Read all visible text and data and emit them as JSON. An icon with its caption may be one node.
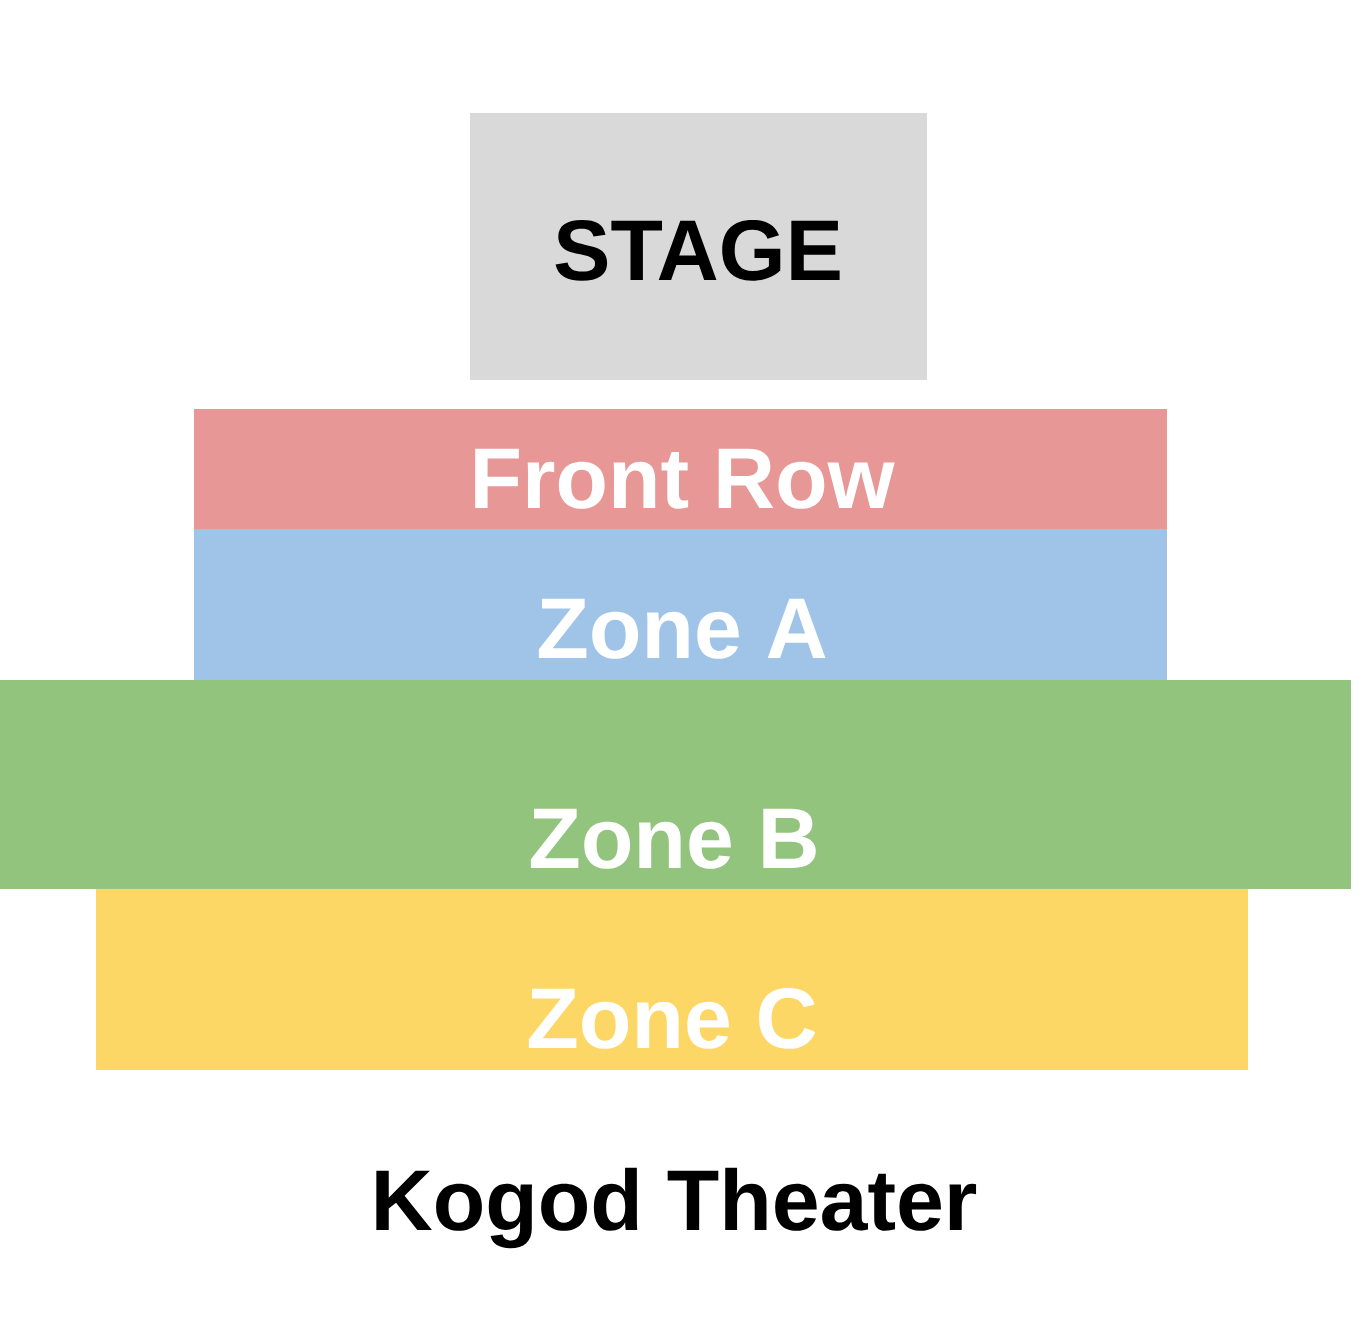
{
  "diagram": {
    "title": "Kogod Theater",
    "nodes": [
      {
        "text": [
          "STAGE"
        ]
      },
      {
        "text": [
          "Front Row"
        ]
      },
      {
        "text": [
          "Zone A"
        ]
      },
      {
        "text": [
          "Zone B"
        ]
      },
      {
        "text": [
          "Zone C"
        ]
      }
    ]
  }
}
